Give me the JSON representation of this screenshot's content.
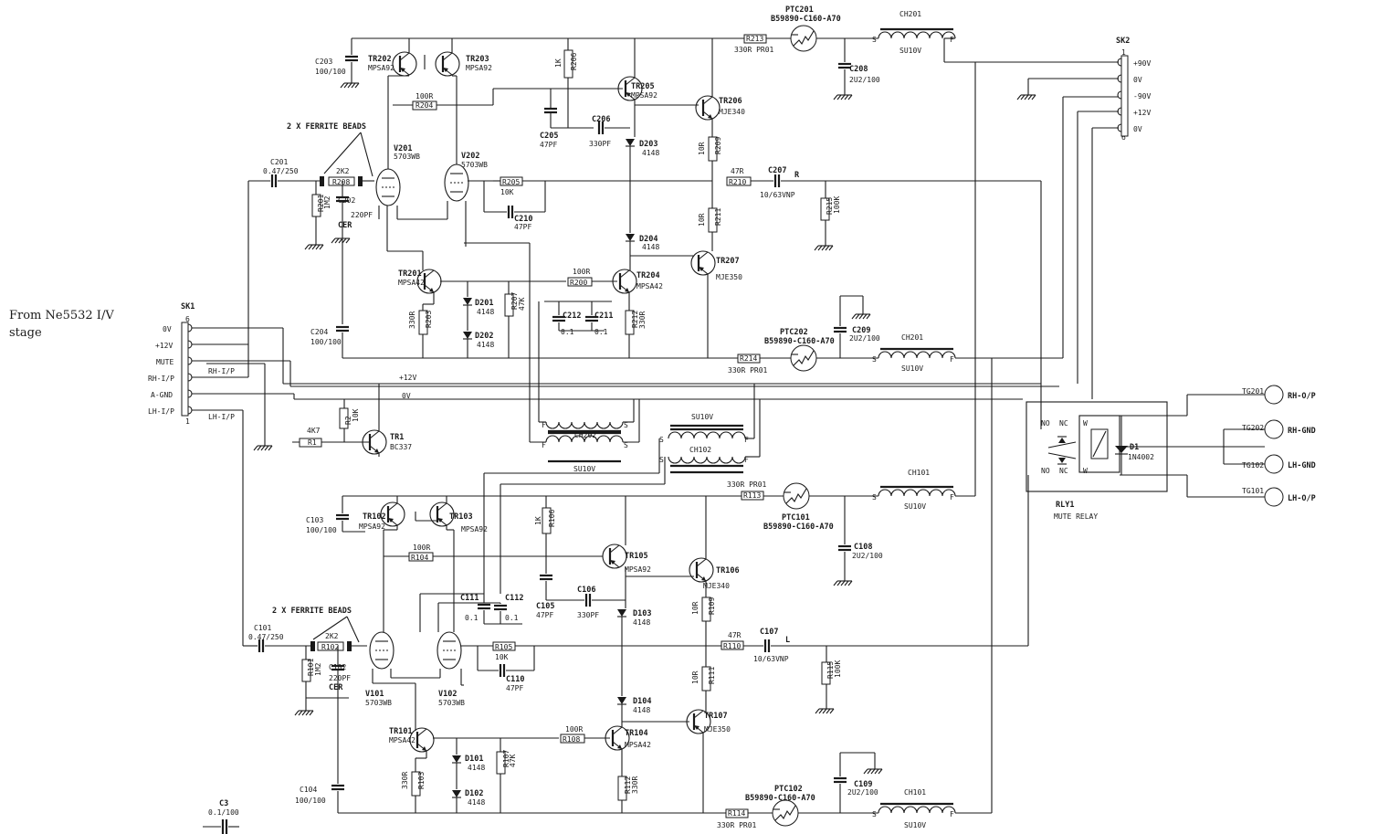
{
  "side_note": {
    "line1": "From Ne5532 I/V",
    "line2": "stage"
  },
  "sk1": {
    "name": "SK1",
    "pin_top": "6",
    "pin_bottom": "1",
    "pins": [
      "0V",
      "+12V",
      "MUTE",
      "RH-I/P",
      "A-GND",
      "LH-I/P"
    ],
    "net_rh": "RH-I/P",
    "net_lh": "LH-I/P",
    "net_12v": "+12V",
    "net_0v": "0V"
  },
  "sk2": {
    "name": "SK2",
    "pin_top": "1",
    "pin_bottom": "6",
    "pins": [
      "+90V",
      "0V",
      "-90V",
      "+12V",
      "0V"
    ]
  },
  "right_ch": {
    "beads": "2 X FERRITE BEADS",
    "labels": {
      "c201": "C201",
      "c201v": "0.47/250",
      "r208": "R208",
      "r208v": "2K2",
      "r201": "R201",
      "r201v": "1M2",
      "c202": "C202",
      "c202v": "220PF",
      "c202t": "CER",
      "v201": "V201",
      "v201t": "5703WB",
      "v202": "V202",
      "v202t": "5703WB",
      "c203": "C203",
      "c203v": "100/100",
      "tr202": "TR202",
      "tr202t": "MPSA92",
      "tr203": "TR203",
      "tr203t": "MPSA92",
      "r204": "R204",
      "r204v": "100R",
      "r206": "R206",
      "r206v": "1K",
      "tr205": "TR205",
      "tr205t": "MPSA92",
      "tr206": "TR206",
      "tr206t": "MJE340",
      "c205": "C205",
      "c205v": "47PF",
      "c206": "C206",
      "c206v": "330PF",
      "d203": "D203",
      "d203v": "4148",
      "r209": "R209",
      "r209v": "10R",
      "r205": "R205",
      "r205v": "10K",
      "c210": "C210",
      "c210v": "47PF",
      "r210": "R210",
      "r210v": "47R",
      "c207": "C207",
      "c207v": "10/63VNP",
      "out": "R",
      "r215": "R215",
      "r215v": "100K",
      "r211": "R211",
      "r211v": "10R",
      "d204": "D204",
      "d204v": "4148",
      "tr201": "TR201",
      "tr201t": "MPSA42",
      "d201": "D201",
      "d201v": "4148",
      "d202": "D202",
      "d202v": "4148",
      "r203": "R203",
      "r203v": "330R",
      "r207": "R207",
      "r207v": "47K",
      "r200": "R200",
      "r200v": "100R",
      "tr204": "TR204",
      "tr204t": "MPSA42",
      "tr207": "TR207",
      "tr207t": "MJE350",
      "c212": "C212",
      "c212v": "0.1",
      "c211": "C211",
      "c211v": "0.1",
      "r212": "R212",
      "r212v": "330R",
      "c204": "C204",
      "c204v": "100/100",
      "r213": "R213",
      "r213v": "330R PR01",
      "ptc201": "PTC201",
      "ptc201t": "B59890-C160-A70",
      "ch201a": "CH201",
      "ch201at": "SU10V",
      "c208": "C208",
      "c208v": "2U2/100",
      "r214": "R214",
      "r214v": "330R PR01",
      "ptc202": "PTC202",
      "ptc202t": "B59890-C160-A70",
      "c209": "C209",
      "c209v": "2U2/100",
      "ch201b": "CH201",
      "ch201bt": "SU10V"
    }
  },
  "left_ch": {
    "beads": "2 X FERRITE BEADS",
    "labels": {
      "c101": "C101",
      "c101v": "0.47/250",
      "r102": "R102",
      "r102v": "2K2",
      "r101": "R101",
      "r101v": "1M2",
      "c102": "C102",
      "c102v": "220PF",
      "c102t": "CER",
      "v101": "V101",
      "v101t": "5703WB",
      "v102": "V102",
      "v102t": "5703WB",
      "c103": "C103",
      "c103v": "100/100",
      "tr102": "TR102",
      "tr102t": "MPSA92",
      "tr103": "TR103",
      "tr103t": "MPSA92",
      "r104": "R104",
      "r104v": "100R",
      "r106": "R106",
      "r106v": "1K",
      "tr105": "TR105",
      "tr105t": "MPSA92",
      "tr106": "TR106",
      "tr106t": "MJE340",
      "c105": "C105",
      "c105v": "47PF",
      "c106": "C106",
      "c106v": "330PF",
      "d103": "D103",
      "d103v": "4148",
      "c111": "C111",
      "c111v": "0.1",
      "c112": "C112",
      "c112v": "0.1",
      "r109": "R109",
      "r109v": "10R",
      "r105": "R105",
      "r105v": "10K",
      "c110": "C110",
      "c110v": "47PF",
      "r110": "R110",
      "r110v": "47R",
      "c107": "C107",
      "c107v": "10/63VNP",
      "out": "L",
      "r115": "R115",
      "r115v": "100K",
      "r111": "R111",
      "r111v": "10R",
      "d104": "D104",
      "d104v": "4148",
      "tr101": "TR101",
      "tr101t": "MPSA42",
      "d101": "D101",
      "d101v": "4148",
      "d102": "D102",
      "d102v": "4148",
      "r103": "R103",
      "r103v": "330R",
      "r107": "R107",
      "r107v": "47K",
      "r108": "R108",
      "r108v": "100R",
      "tr104": "TR104",
      "tr104t": "MPSA42",
      "tr107": "TR107",
      "tr107t": "MJE350",
      "r112": "R112",
      "r112v": "330R",
      "c104": "C104",
      "c104v": "100/100",
      "r113": "R113",
      "r113v": "330R PR01",
      "ptc101": "PTC101",
      "ptc101t": "B59890-C160-A70",
      "ch101a": "CH101",
      "ch101at": "SU10V",
      "c108": "C108",
      "c108v": "2U2/100",
      "r114": "R114",
      "r114v": "330R PR01",
      "ptc102": "PTC102",
      "ptc102t": "B59890-C160-A70",
      "c109": "C109",
      "c109v": "2U2/100",
      "ch101b": "CH101",
      "ch101bt": "SU10V"
    }
  },
  "mute": {
    "r1": "R1",
    "r1v": "4K7",
    "r2": "R2",
    "r2v": "10K",
    "tr1": "TR1",
    "tr1t": "BC337",
    "ch202": "CH202",
    "ch202t": "SU10V",
    "ch102": "CH102",
    "ch102t": "SU10V",
    "ch102top": "SU10V",
    "c3": "C3",
    "c3v": "0.1/100"
  },
  "relay": {
    "name": "RLY1",
    "desc": "MUTE RELAY",
    "no": "NO",
    "nc": "NC",
    "w": "W",
    "d1": "D1",
    "d1t": "1N4002"
  },
  "outputs": [
    {
      "tag": "TG201",
      "label": "RH-O/P"
    },
    {
      "tag": "TG202",
      "label": "RH-GND"
    },
    {
      "tag": "TG102",
      "label": "LH-GND"
    },
    {
      "tag": "TG101",
      "label": "LH-O/P"
    }
  ],
  "coil_ends": {
    "s": "S",
    "f": "F"
  }
}
